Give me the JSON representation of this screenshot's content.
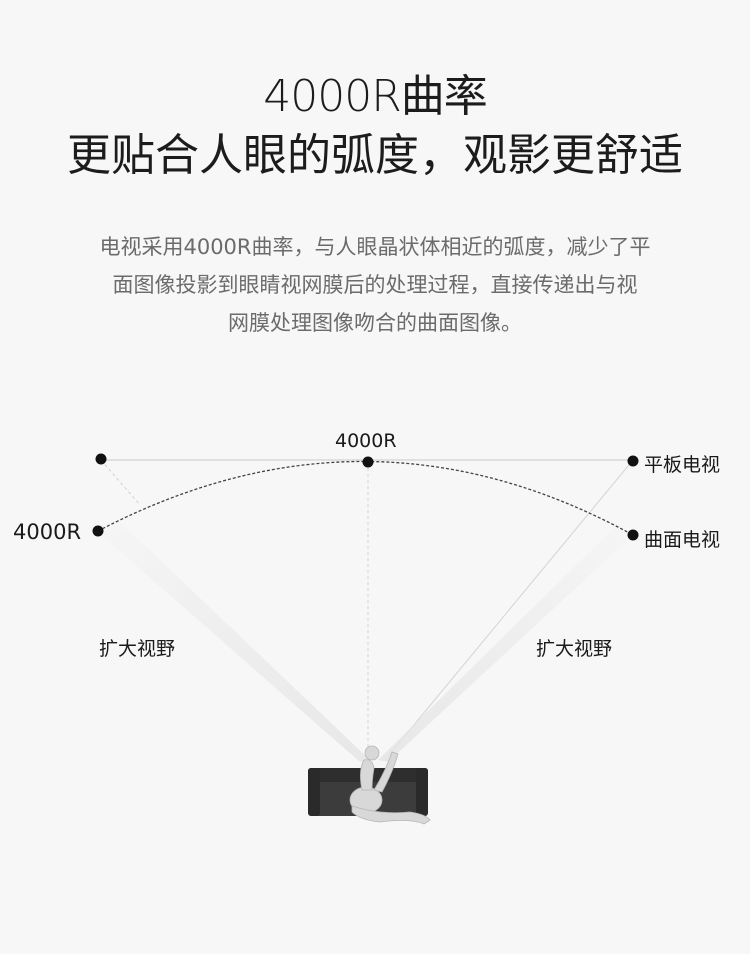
{
  "heading": {
    "line1": "4000R曲率",
    "line2": "更贴合人眼的弧度，观影更舒适"
  },
  "description": {
    "line1": "电视采用4000R曲率，与人眼晶状体相近的弧度，减少了平",
    "line2": "面图像投影到眼睛视网膜后的处理过程，直接传递出与视",
    "line3": "网膜处理图像吻合的曲面图像。"
  },
  "diagram": {
    "top_label": "4000R",
    "left_label": "4000R",
    "flat_tv_label": "平板电视",
    "curved_tv_label": "曲面电视",
    "left_view_label": "扩大视野",
    "right_view_label": "扩大视野"
  }
}
